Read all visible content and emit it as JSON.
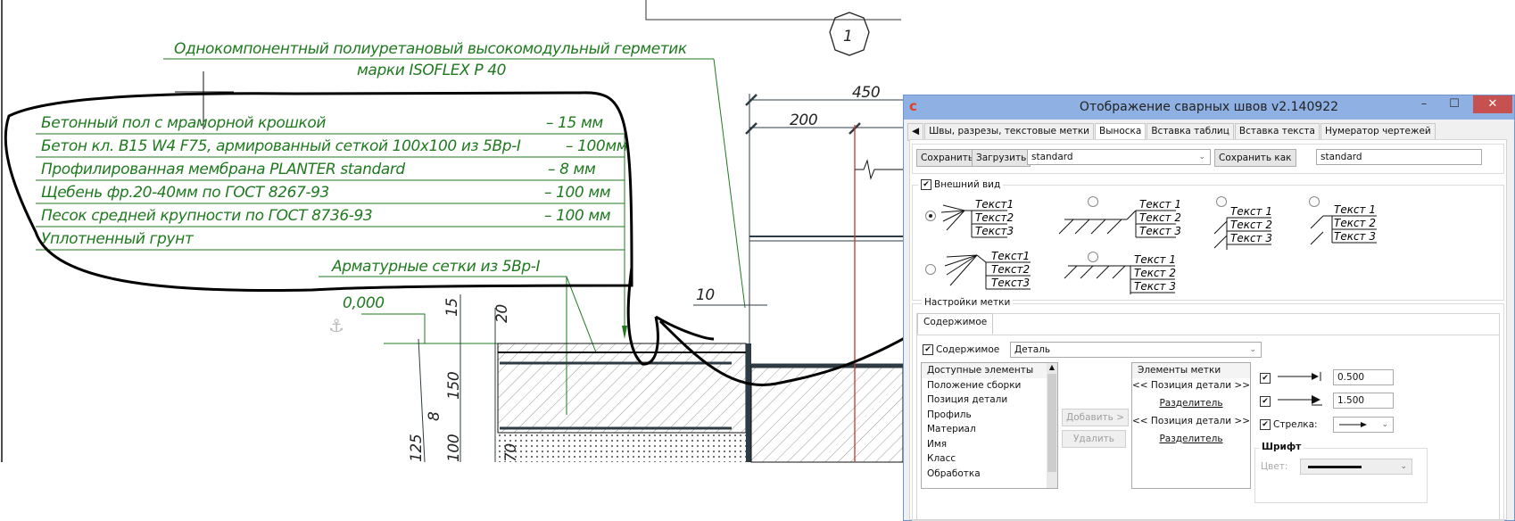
{
  "drawing": {
    "circle_label": "1",
    "sealant_line1": "Однокомпонентный полиуретановый высокомодульный герметик",
    "sealant_line2": "марки ISOFLEX P 40",
    "layers": [
      {
        "name": "Бетонный пол с мраморной крошкой",
        "thickness": "– 15 мм"
      },
      {
        "name": "Бетон кл. B15 W4 F75, армированный сеткой 100х100 из 5Вр-I",
        "thickness": "– 100мм"
      },
      {
        "name": "Профилированная мембрана PLANTER standard",
        "thickness": "– 8 мм"
      },
      {
        "name": "Щебень фр.20-40мм по ГОСТ 8267-93",
        "thickness": "– 100 мм"
      },
      {
        "name": "Песок средней крупности по ГОСТ 8736-93",
        "thickness": "– 100 мм"
      },
      {
        "name": "Уплотненный грунт",
        "thickness": ""
      }
    ],
    "rebar_note": "Арматурные сетки из 5Вр-I",
    "level_mark": "0,000",
    "dims": {
      "d450": "450",
      "d200": "200",
      "d10": "10",
      "d15": "15",
      "d20": "20",
      "d150": "150",
      "d8": "8",
      "d125": "125",
      "d100": "100",
      "d70": "70"
    }
  },
  "dialog": {
    "title": "Отображение сварных швов v2.140922",
    "tabs": [
      "Швы, разрезы, текстовые метки",
      "Выноска",
      "Вставка таблиц",
      "Вставка текста",
      "Нумератор чертежей"
    ],
    "active_tab": "Выноска",
    "toolbar": {
      "save": "Сохранить",
      "load": "Загрузить",
      "preset": "standard",
      "save_as": "Сохранить как",
      "save_as_name": "standard"
    },
    "appearance": {
      "label": "Внешний вид",
      "checked": true,
      "sample_texts": [
        "Текст1",
        "Текст2",
        "Текст3"
      ],
      "sample_texts_spaced": [
        "Текст 1",
        "Текст 2",
        "Текст 3"
      ],
      "selected_option": 1
    },
    "settings": {
      "label": "Настройки метки",
      "subtab": "Содержимое",
      "content_checkbox": "Содержимое",
      "content_value": "Деталь",
      "available_header": "Доступные элементы",
      "available": [
        "Положение сборки",
        "Позиция детали",
        "Профиль",
        "Материал",
        "Имя",
        "Класс",
        "Обработка"
      ],
      "add": "Добавить >",
      "remove": "Удалить",
      "elements_header": "Элементы метки",
      "elements": [
        "<< Позиция детали >>",
        "Разделитель",
        "<< Позиция детали >>",
        "Разделитель"
      ],
      "value1": "0.500",
      "value2": "1.500",
      "arrow_label": "Стрелка:",
      "font_group": "Шрифт",
      "color_label": "Цвет:"
    }
  }
}
